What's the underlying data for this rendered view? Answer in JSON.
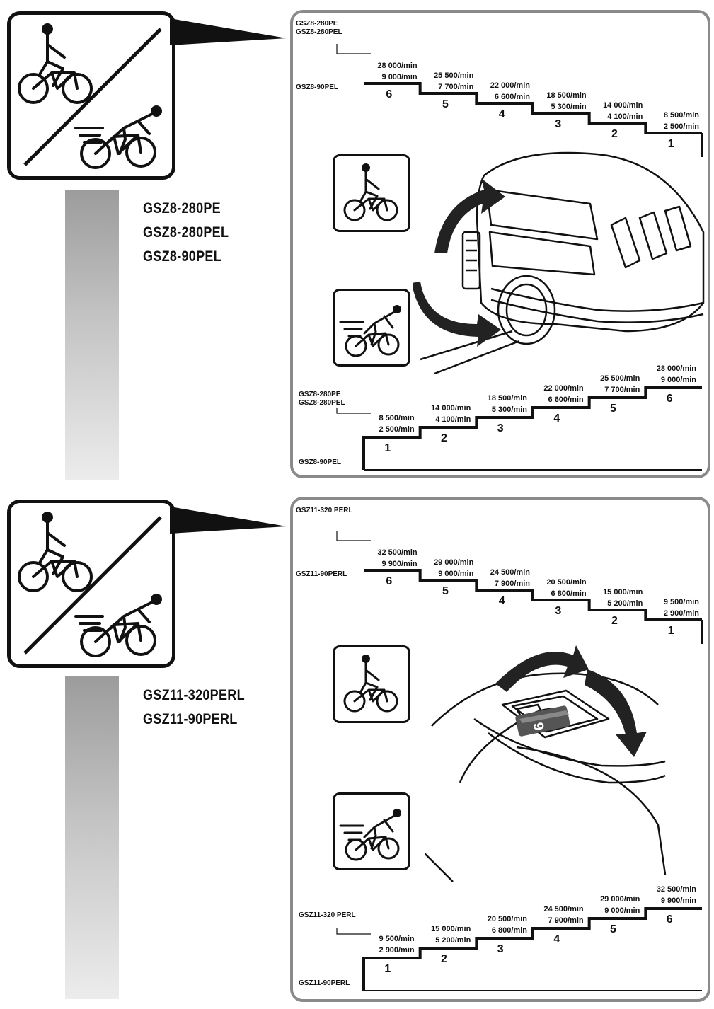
{
  "sections": [
    {
      "models": [
        "GSZ8-280PE",
        "GSZ8-280PEL",
        "GSZ8-90PEL"
      ],
      "upper_chart": {
        "label_high": [
          "GSZ8-280PE",
          "GSZ8-280PEL"
        ],
        "label_low": "GSZ8-90PEL",
        "steps": [
          {
            "step": "6",
            "high": "28 000/min",
            "low": "9 000/min"
          },
          {
            "step": "5",
            "high": "25 500/min",
            "low": "7 700/min"
          },
          {
            "step": "4",
            "high": "22 000/min",
            "low": "6 600/min"
          },
          {
            "step": "3",
            "high": "18 500/min",
            "low": "5 300/min"
          },
          {
            "step": "2",
            "high": "14 000/min",
            "low": "4 100/min"
          },
          {
            "step": "1",
            "high": "8 500/min",
            "low": "2 500/min"
          }
        ]
      },
      "lower_chart": {
        "label_high": [
          "GSZ8-280PE",
          "GSZ8-280PEL"
        ],
        "label_low": "GSZ8-90PEL",
        "steps": [
          {
            "step": "1",
            "high": "8 500/min",
            "low": "2 500/min"
          },
          {
            "step": "2",
            "high": "14 000/min",
            "low": "4 100/min"
          },
          {
            "step": "3",
            "high": "18 500/min",
            "low": "5 300/min"
          },
          {
            "step": "4",
            "high": "22 000/min",
            "low": "6 600/min"
          },
          {
            "step": "5",
            "high": "25 500/min",
            "low": "7 700/min"
          },
          {
            "step": "6",
            "high": "28 000/min",
            "low": "9 000/min"
          }
        ]
      }
    },
    {
      "models": [
        "GSZ11-320PERL",
        "GSZ11-90PERL"
      ],
      "upper_chart": {
        "label_high": [
          "GSZ11-320 PERL"
        ],
        "label_low": "GSZ11-90PERL",
        "steps": [
          {
            "step": "6",
            "high": "32 500/min",
            "low": "9 900/min"
          },
          {
            "step": "5",
            "high": "29 000/min",
            "low": "9 000/min"
          },
          {
            "step": "4",
            "high": "24 500/min",
            "low": "7 900/min"
          },
          {
            "step": "3",
            "high": "20 500/min",
            "low": "6 800/min"
          },
          {
            "step": "2",
            "high": "15 000/min",
            "low": "5 200/min"
          },
          {
            "step": "1",
            "high": "9 500/min",
            "low": "2 900/min"
          }
        ]
      },
      "dial_number": "6",
      "lower_chart": {
        "label_high": [
          "GSZ11-320 PERL"
        ],
        "label_low": "GSZ11-90PERL",
        "steps": [
          {
            "step": "1",
            "high": "9 500/min",
            "low": "2 900/min"
          },
          {
            "step": "2",
            "high": "15 000/min",
            "low": "5 200/min"
          },
          {
            "step": "3",
            "high": "20 500/min",
            "low": "6 800/min"
          },
          {
            "step": "4",
            "high": "24 500/min",
            "low": "7 900/min"
          },
          {
            "step": "5",
            "high": "29 000/min",
            "low": "9 000/min"
          },
          {
            "step": "6",
            "high": "32 500/min",
            "low": "9 900/min"
          }
        ]
      }
    }
  ],
  "icons": {
    "slow": "slow-cyclist-icon",
    "fast": "fast-cyclist-icon",
    "rotate": "rotate-arrows-icon"
  }
}
